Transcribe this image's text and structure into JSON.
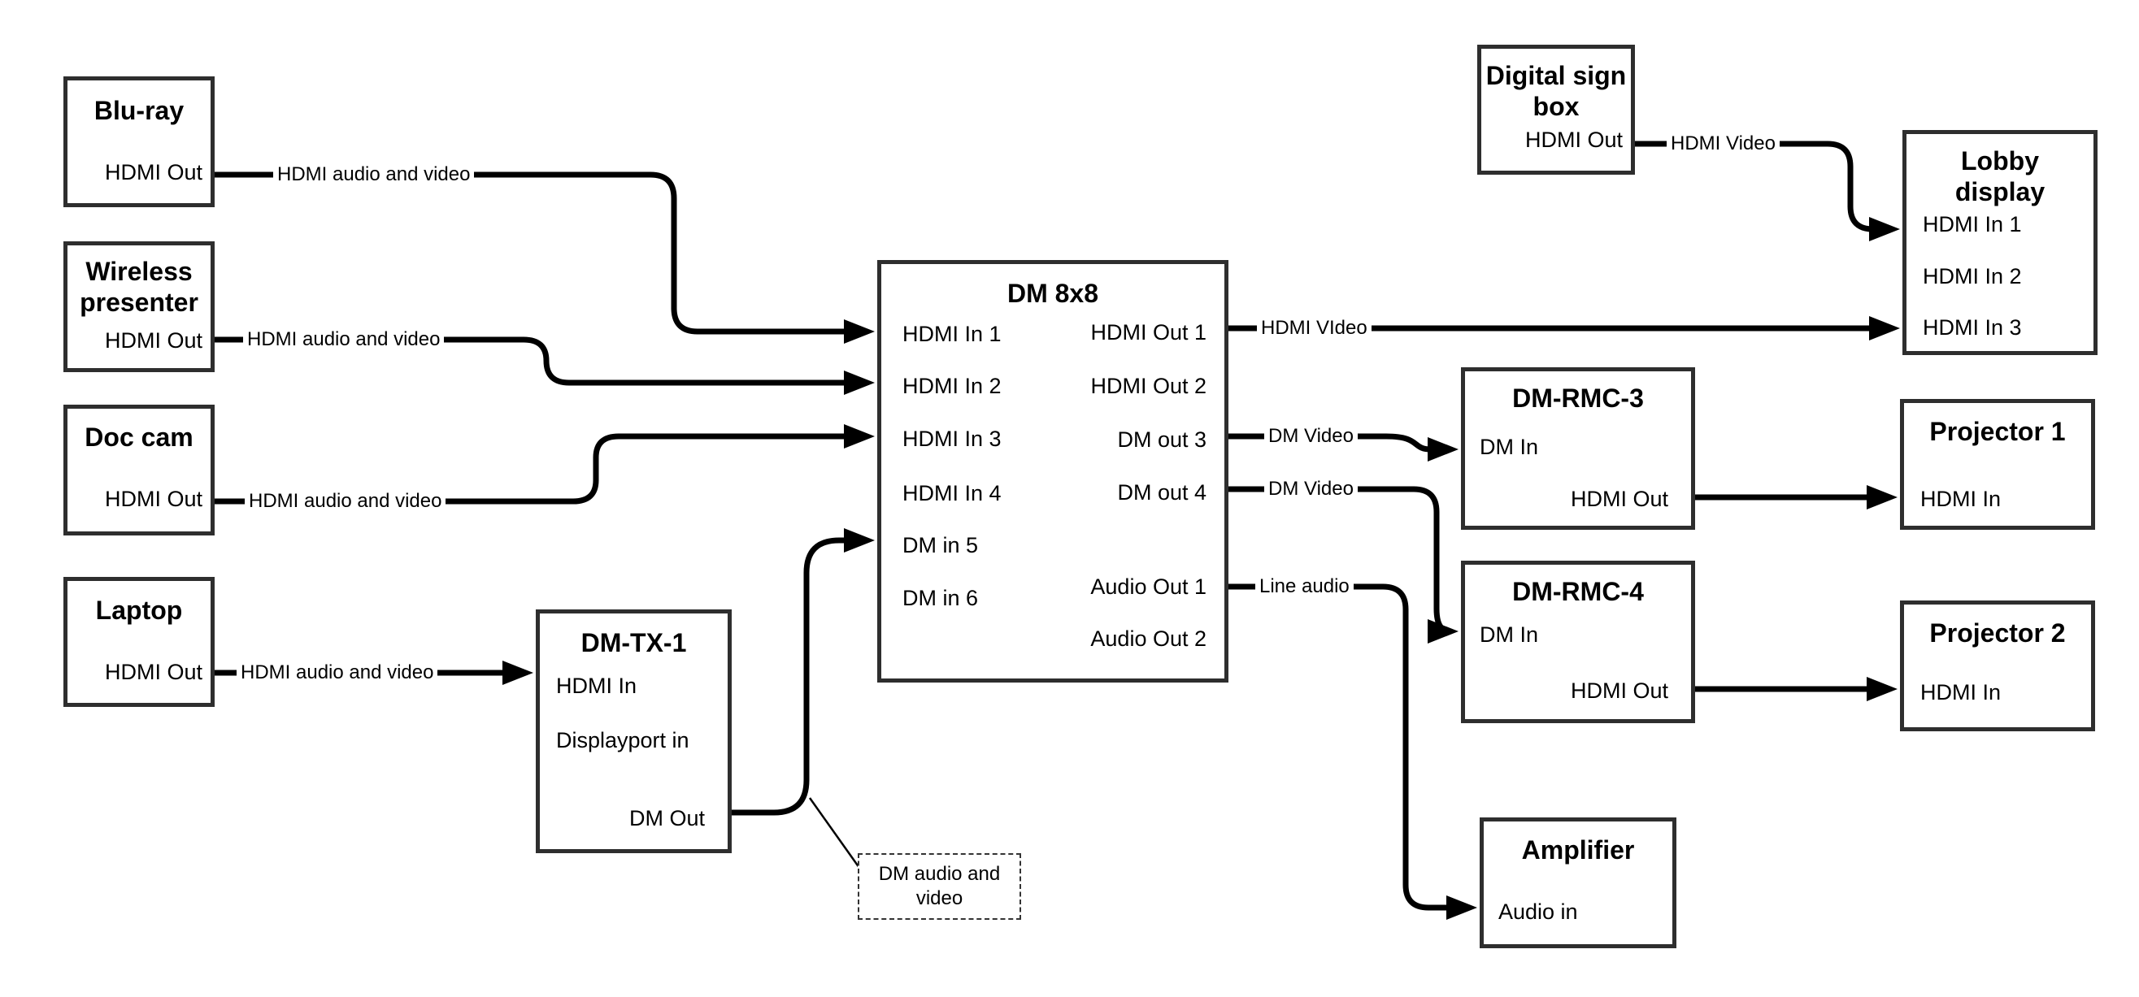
{
  "nodes": {
    "bluray": {
      "title": "Blu-ray",
      "ports": {
        "hdmi_out": "HDMI Out"
      }
    },
    "wireless": {
      "title": "Wireless presenter",
      "ports": {
        "hdmi_out": "HDMI Out"
      }
    },
    "doccam": {
      "title": "Doc cam",
      "ports": {
        "hdmi_out": "HDMI Out"
      }
    },
    "laptop": {
      "title": "Laptop",
      "ports": {
        "hdmi_out": "HDMI Out"
      }
    },
    "dmtx1": {
      "title": "DM-TX-1",
      "ports": {
        "hdmi_in": "HDMI In",
        "dp_in": "Displayport in",
        "dm_out": "DM Out"
      }
    },
    "dm8x8": {
      "title": "DM 8x8",
      "ports": {
        "in1": "HDMI In 1",
        "in2": "HDMI In 2",
        "in3": "HDMI In 3",
        "in4": "HDMI In 4",
        "in5": "DM in 5",
        "in6": "DM in 6",
        "out1": "HDMI Out 1",
        "out2": "HDMI Out 2",
        "out3": "DM out 3",
        "out4": "DM out 4",
        "aout1": "Audio Out 1",
        "aout2": "Audio Out 2"
      }
    },
    "digisign": {
      "title": "Digital sign box",
      "ports": {
        "hdmi_out": "HDMI Out"
      }
    },
    "lobby": {
      "title": "Lobby display",
      "ports": {
        "in1": "HDMI In 1",
        "in2": "HDMI In 2",
        "in3": "HDMI In 3"
      }
    },
    "dmrmc3": {
      "title": "DM-RMC-3",
      "ports": {
        "dm_in": "DM In",
        "hdmi_out": "HDMI Out"
      }
    },
    "proj1": {
      "title": "Projector 1",
      "ports": {
        "hdmi_in": "HDMI In"
      }
    },
    "dmrmc4": {
      "title": "DM-RMC-4",
      "ports": {
        "dm_in": "DM In",
        "hdmi_out": "HDMI Out"
      }
    },
    "proj2": {
      "title": "Projector 2",
      "ports": {
        "hdmi_in": "HDMI In"
      }
    },
    "amp": {
      "title": "Amplifier",
      "ports": {
        "audio_in": "Audio in"
      }
    }
  },
  "edge_labels": [
    "HDMI audio and video",
    "HDMI audio and video",
    "HDMI audio and video",
    "HDMI audio and video",
    "HDMI VIdeo",
    "HDMI Video",
    "DM Video",
    "DM Video",
    "Line audio"
  ],
  "note": {
    "text": "DM audio and video"
  },
  "colors": {
    "line": "#000000",
    "box_border": "#2e2e2e",
    "background": "#ffffff"
  }
}
